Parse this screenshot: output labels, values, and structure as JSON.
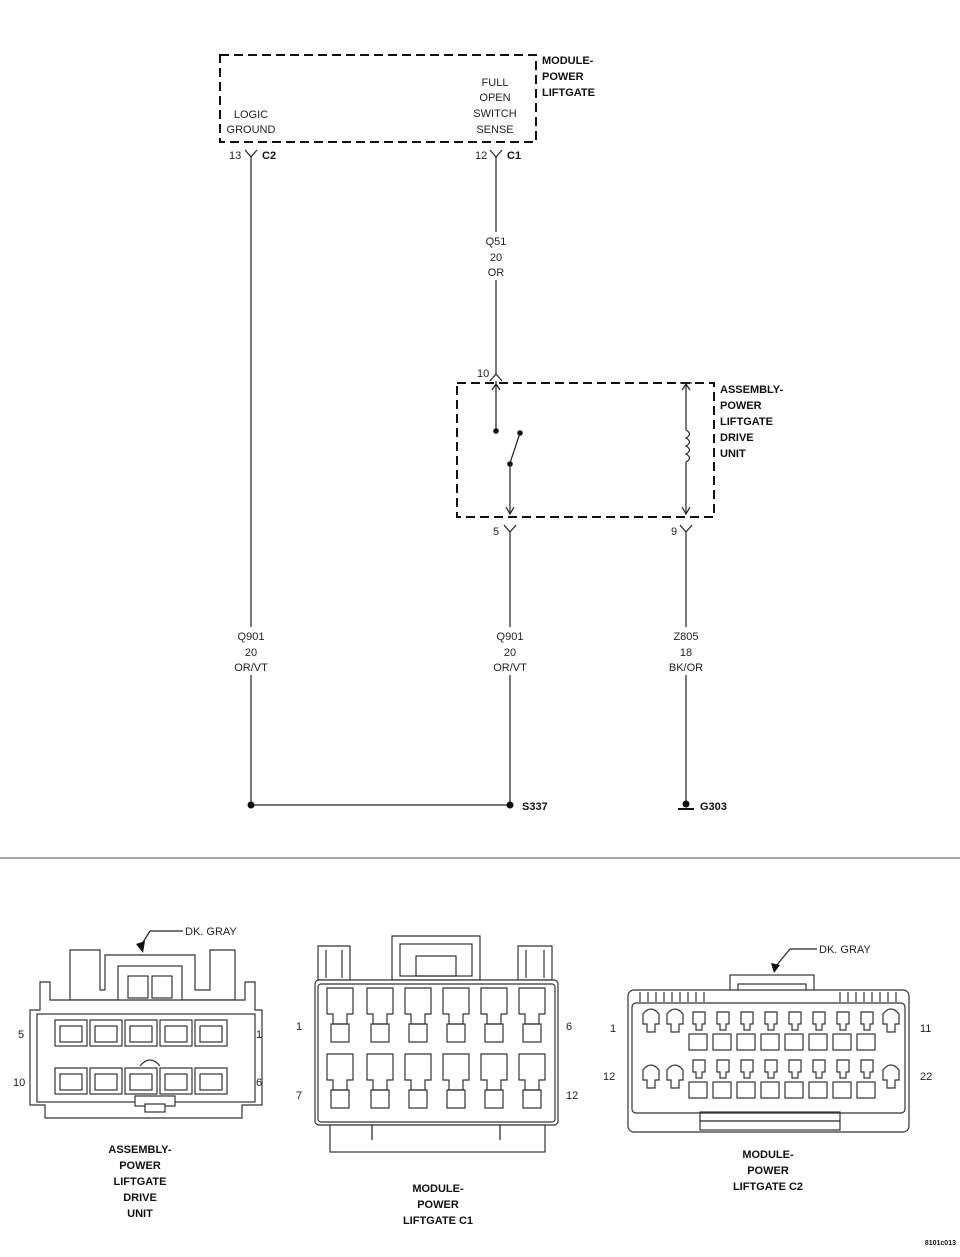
{
  "module": {
    "title_lines": [
      "MODULE-",
      "POWER",
      "LIFTGATE"
    ],
    "logic_ground": [
      "LOGIC",
      "GROUND"
    ],
    "full_open": [
      "FULL",
      "OPEN",
      "SWITCH",
      "SENSE"
    ],
    "pin_13": "13",
    "conn_c2": "C2",
    "pin_12": "12",
    "conn_c1": "C1"
  },
  "wires": {
    "q51": [
      "Q51",
      "20",
      "OR"
    ],
    "q901_left": [
      "Q901",
      "20",
      "OR/VT"
    ],
    "q901_right": [
      "Q901",
      "20",
      "OR/VT"
    ],
    "z805": [
      "Z805",
      "18",
      "BK/OR"
    ]
  },
  "assembly": {
    "title_lines": [
      "ASSEMBLY-",
      "POWER",
      "LIFTGATE",
      "DRIVE",
      "UNIT"
    ],
    "pin_10": "10",
    "pin_5": "5",
    "pin_9": "9"
  },
  "splice": "S337",
  "ground": "G303",
  "connectors": {
    "drive_unit": {
      "color_note": "DK. GRAY",
      "pins": [
        "5",
        "1",
        "10",
        "6"
      ],
      "caption": [
        "ASSEMBLY-",
        "POWER",
        "LIFTGATE",
        "DRIVE",
        "UNIT"
      ]
    },
    "c1": {
      "pins": [
        "1",
        "6",
        "7",
        "12"
      ],
      "caption": [
        "MODULE-",
        "POWER",
        "LIFTGATE C1"
      ]
    },
    "c2": {
      "color_note": "DK. GRAY",
      "pins": [
        "1",
        "11",
        "12",
        "22"
      ],
      "caption": [
        "MODULE-",
        "POWER",
        "LIFTGATE C2"
      ]
    }
  },
  "figure_id": "8101c013"
}
